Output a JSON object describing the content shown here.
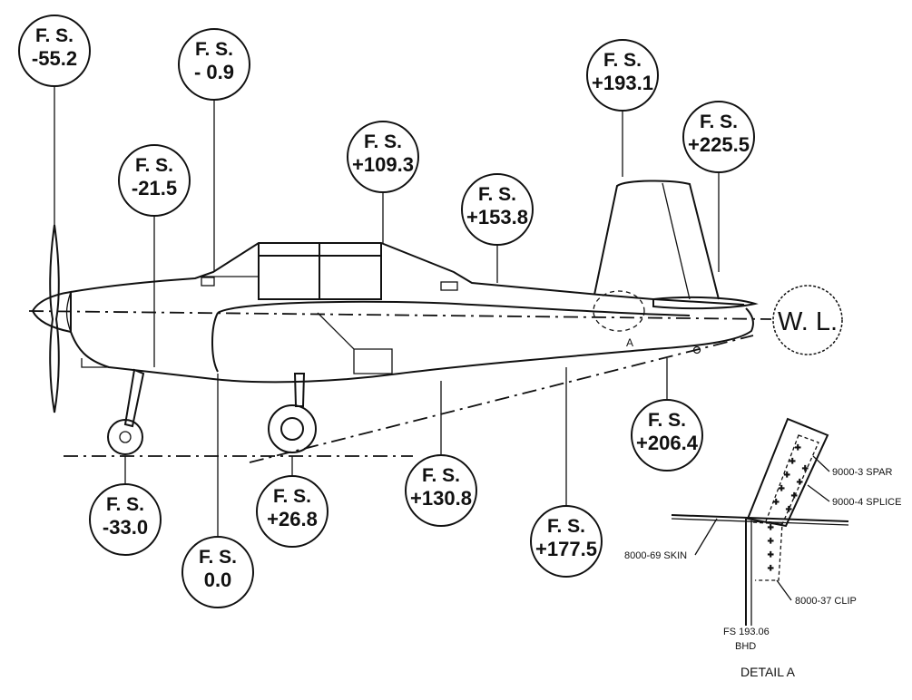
{
  "stations": [
    {
      "id": "fs-neg-55-2",
      "label": "F. S.",
      "value": "-55.2"
    },
    {
      "id": "fs-neg-0-9",
      "label": "F. S.",
      "value": "- 0.9"
    },
    {
      "id": "fs-neg-21-5",
      "label": "F. S.",
      "value": "-21.5"
    },
    {
      "id": "fs-109-3",
      "label": "F. S.",
      "value": "+109.3"
    },
    {
      "id": "fs-153-8",
      "label": "F. S.",
      "value": "+153.8"
    },
    {
      "id": "fs-193-1",
      "label": "F. S.",
      "value": "+193.1"
    },
    {
      "id": "fs-225-5",
      "label": "F. S.",
      "value": "+225.5"
    },
    {
      "id": "fs-206-4",
      "label": "F. S.",
      "value": "+206.4"
    },
    {
      "id": "fs-neg-33-0",
      "label": "F. S.",
      "value": "-33.0"
    },
    {
      "id": "fs-0-0",
      "label": "F. S.",
      "value": "0.0"
    },
    {
      "id": "fs-26-8",
      "label": "F. S.",
      "value": "+26.8"
    },
    {
      "id": "fs-130-8",
      "label": "F. S.",
      "value": "+130.8"
    },
    {
      "id": "fs-177-5",
      "label": "F. S.",
      "value": "+177.5"
    }
  ],
  "waterline": {
    "label": "W. L."
  },
  "detail_ref": "A",
  "detail": {
    "title": "DETAIL A",
    "spar": "9000-3 SPAR",
    "splice": "9000-4 SPLICE",
    "skin": "8000-69 SKIN",
    "clip": "8000-37 CLIP",
    "bhd_line1": "FS 193.06",
    "bhd_line2": "BHD"
  }
}
